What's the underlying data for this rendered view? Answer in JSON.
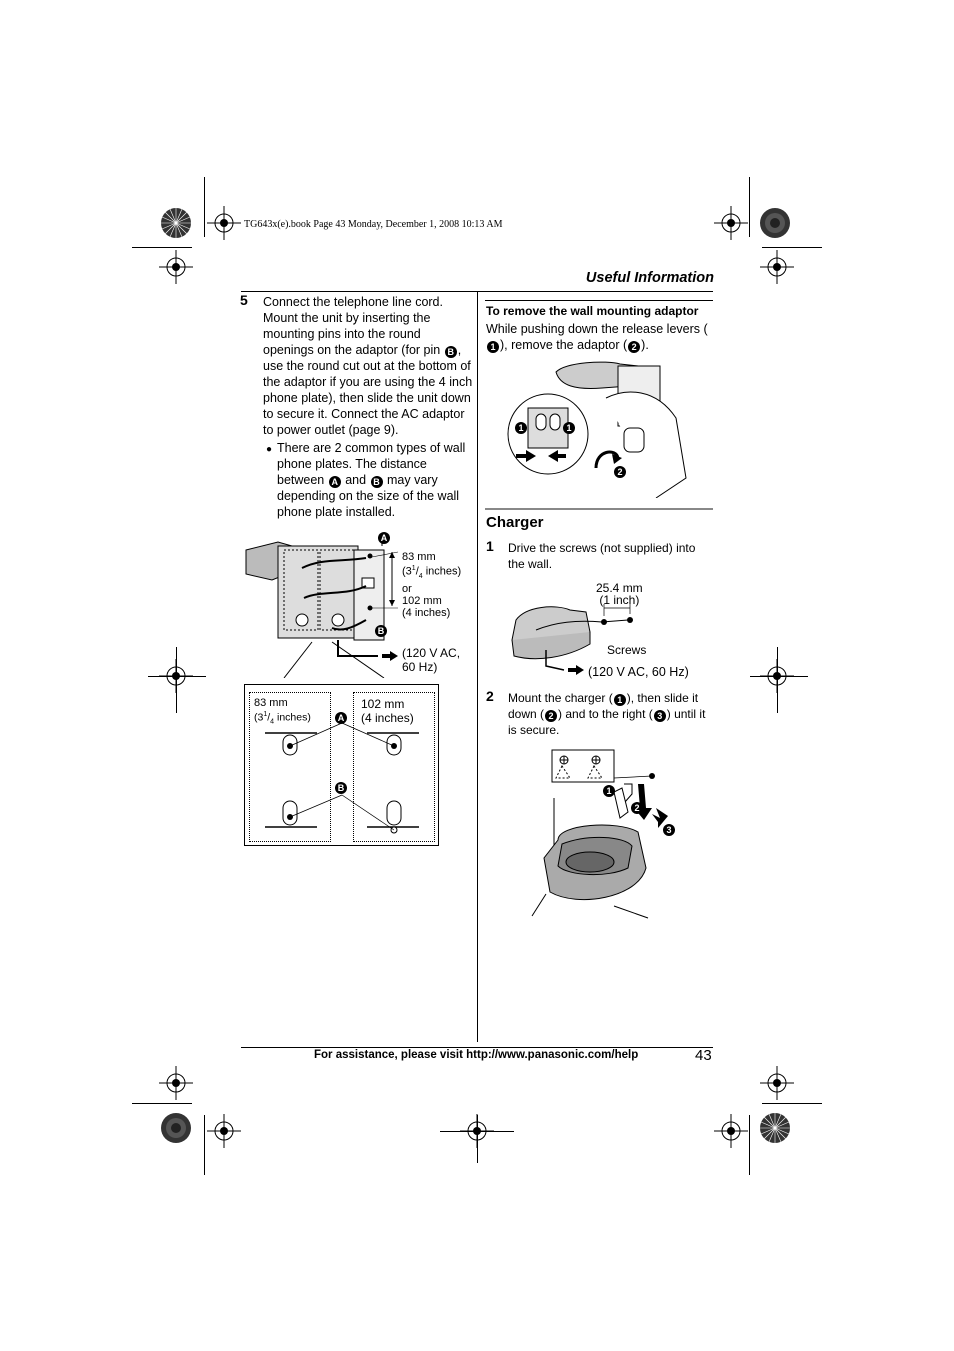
{
  "header": {
    "file_line": "TG643x(e).book  Page 43  Monday, December 1, 2008  10:13 AM",
    "section_title": "Useful Information"
  },
  "left": {
    "step5_num": "5",
    "step5_text": "Connect the telephone line cord. Mount the unit by inserting the mounting pins into the round openings on the adaptor (for pin ",
    "step5_pinB": "B",
    "step5_text_b": ", use the round cut out at the bottom of the adaptor if you are using the 4 inch phone plate), then slide the unit down to secure it. Connect the AC adaptor to power outlet (page 9).",
    "bullet_a": "There are 2 common types of wall phone plates. The distance between ",
    "bullet_pinA": "A",
    "bullet_and": " and ",
    "bullet_pinB": "B",
    "bullet_b": " may vary depending on the size of the wall phone plate installed.",
    "fig1": {
      "pin_a": "A",
      "pin_b": "B",
      "dim_83": "83 mm",
      "dim_31": "(3",
      "dim_sup": "1",
      "dim_sub": "4",
      "dim_inches": " inches)",
      "dim_or": "or",
      "dim_102": "102 mm",
      "dim_4in": "(4 inches)",
      "power": "(120 V AC,",
      "power2": "60 Hz)"
    },
    "fig2": {
      "left_mm": "83 mm",
      "left_in_a": "(3",
      "left_in_sup": "1",
      "left_in_sub": "4",
      "left_in_b": " inches)",
      "right_mm": "102 mm",
      "right_in": "(4 inches)",
      "pin_a": "A",
      "pin_b": "B"
    }
  },
  "right": {
    "remove_heading": "To remove the wall mounting adaptor",
    "remove_text_a": "While pushing down the release levers (",
    "remove_n1": "1",
    "remove_text_b": "), remove the adaptor (",
    "remove_n2": "2",
    "remove_text_c": ").",
    "remove_fig_n1": "1",
    "remove_fig_n2": "2",
    "charger_heading": "Charger",
    "step1_num": "1",
    "step1_text": "Drive the screws (not supplied) into the wall.",
    "fig_screws": {
      "dim_mm": "25.4 mm",
      "dim_in": "(1 inch)",
      "screws": "Screws",
      "power": "(120 V AC, 60 Hz)"
    },
    "step2_num": "2",
    "step2_text_a": "Mount the charger (",
    "step2_n1": "1",
    "step2_text_b": "), then slide it down (",
    "step2_n2": "2",
    "step2_text_c": ") and to the right (",
    "step2_n3": "3",
    "step2_text_d": ") until it is secure.",
    "fig_charger": {
      "n1": "1",
      "n2": "2",
      "n3": "3"
    }
  },
  "footer": {
    "assist": "For assistance, please visit http://www.panasonic.com/help",
    "page": "43"
  }
}
